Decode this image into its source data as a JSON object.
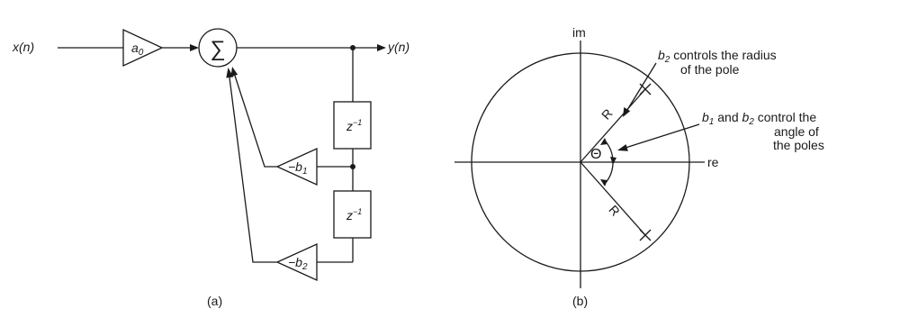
{
  "panel_a": {
    "caption": "(a)",
    "input_label": "x(n)",
    "output_label": "y(n)",
    "gain_a0_base": "a",
    "gain_a0_sub": "0",
    "sum_symbol": "∑",
    "delay1_base": "z",
    "delay1_sup": "−1",
    "delay2_base": "z",
    "delay2_sup": "−1",
    "gain_b1_base": "−b",
    "gain_b1_sub": "1",
    "gain_b2_base": "−b",
    "gain_b2_sub": "2"
  },
  "panel_b": {
    "caption": "(b)",
    "axis_im": "im",
    "axis_re": "re",
    "radius_label": "R",
    "radius_label_lower": "R",
    "theta_label": "Θ",
    "annotation_radius": {
      "base": "b",
      "sub": "2",
      "line1_rest": " controls the radius",
      "line2": "of the pole"
    },
    "annotation_angle": {
      "b1_base": "b",
      "b1_sub": "1",
      "and": " and ",
      "b2_base": "b",
      "b2_sub": "2",
      "line1_rest": " control the",
      "line2": "angle of",
      "line3": "the poles"
    }
  }
}
